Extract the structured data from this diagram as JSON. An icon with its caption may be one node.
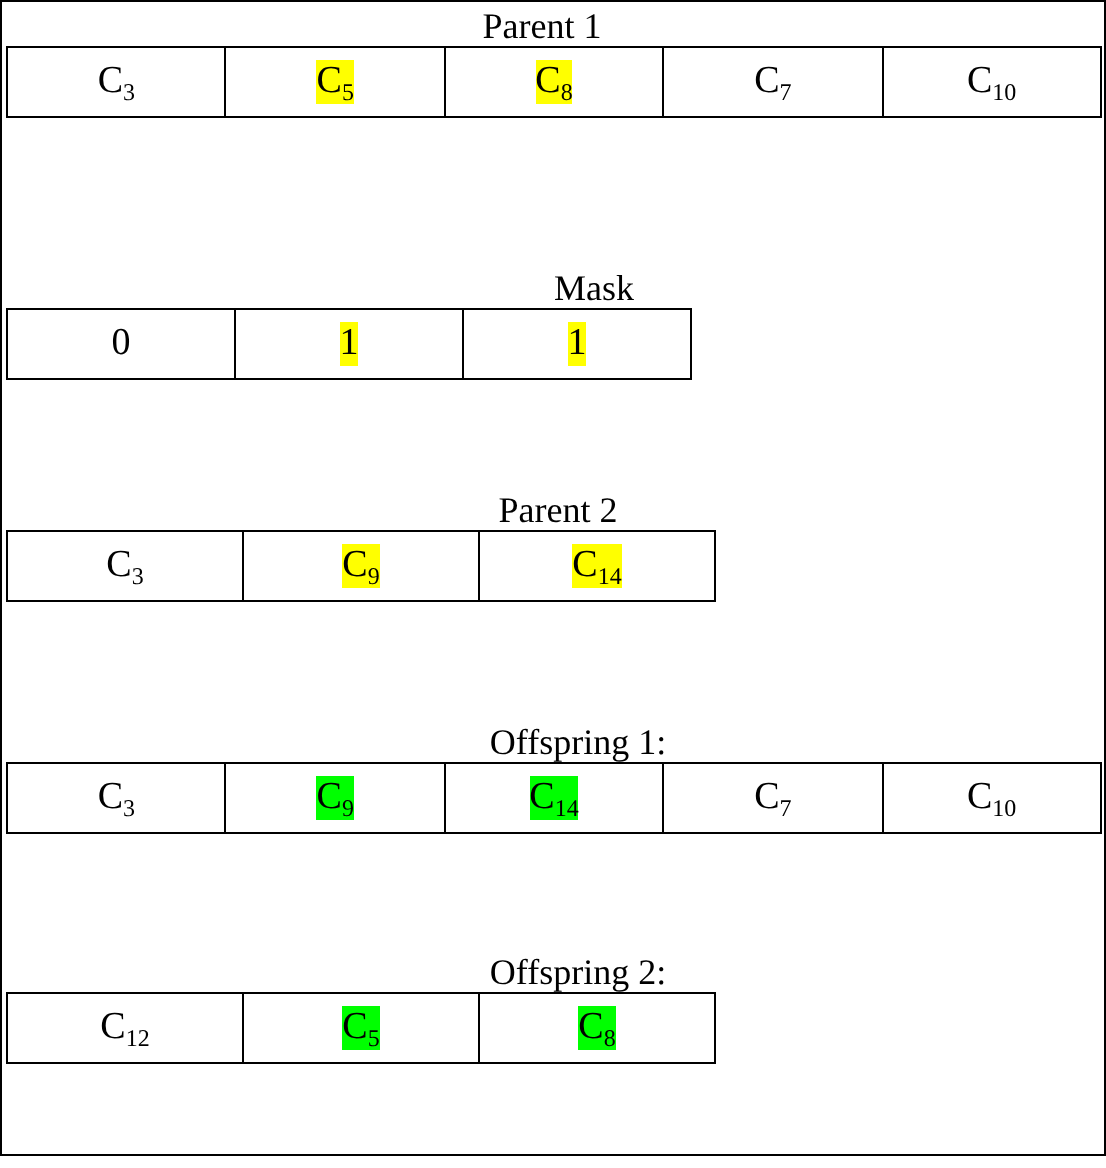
{
  "diagram": {
    "nodes": [
      {
        "text": [
          "Parent 1"
        ]
      },
      {
        "text": [
          "C$_{3}$"
        ],
        "in": 0
      },
      {
        "text": [
          "C$_{5}$"
        ],
        "in": 0
      },
      {
        "text": [
          "C$_{8}$"
        ],
        "in": 0
      },
      {
        "text": [
          "C$_{7}$"
        ],
        "in": 0
      },
      {
        "text": [
          "C$_{10}$"
        ],
        "in": 0
      },
      {
        "text": [
          "Mask"
        ]
      },
      {
        "text": [
          "0"
        ],
        "in": 6
      },
      {
        "text": [
          "1"
        ],
        "in": 6
      },
      {
        "text": [
          "1"
        ],
        "in": 6
      },
      {
        "text": [
          "Parent 2"
        ]
      },
      {
        "text": [
          "C$_{3}$"
        ],
        "in": 10
      },
      {
        "text": [
          "C$_{9}$"
        ],
        "in": 10
      },
      {
        "text": [
          "C$_{14}$"
        ],
        "in": 10
      },
      {
        "text": [
          "Offspring 1:"
        ]
      },
      {
        "text": [
          "C$_{3}$"
        ],
        "in": 14
      },
      {
        "text": [
          "C$_{9}$"
        ],
        "in": 14
      },
      {
        "text": [
          "C$_{14}$"
        ],
        "in": 14
      },
      {
        "text": [
          "C$_{7}$"
        ],
        "in": 14
      },
      {
        "text": [
          "C$_{10}$"
        ],
        "in": 14
      },
      {
        "text": [
          "Offspring 2:"
        ]
      },
      {
        "text": [
          "C$_{12}$"
        ],
        "in": 20
      },
      {
        "text": [
          "C$_{5}$"
        ],
        "in": 20
      },
      {
        "text": [
          "C$_{8}$"
        ],
        "in": 20
      }
    ]
  }
}
